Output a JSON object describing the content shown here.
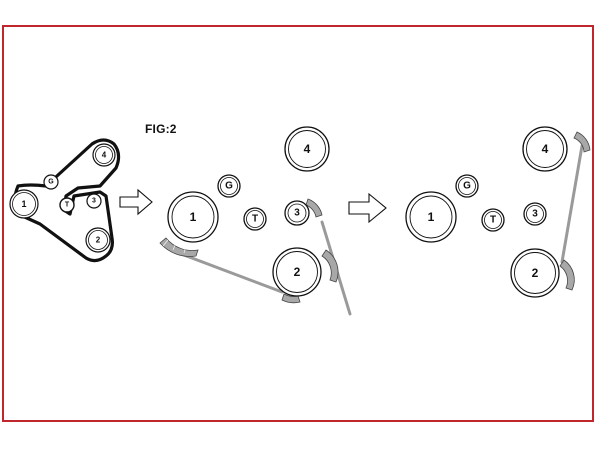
{
  "figure_label": "FIG:2",
  "pulley_labels": {
    "crankshaft": "1",
    "lower_idler": "2",
    "upper_idler_small": "3",
    "upper_idler_large": "4",
    "generator": "G",
    "tensioner": "T"
  },
  "colors": {
    "frame_border": "#c0272d",
    "outline": "#111111",
    "belt_segment": "#9a9a9a",
    "tool_fill": "#a8a8a8"
  }
}
